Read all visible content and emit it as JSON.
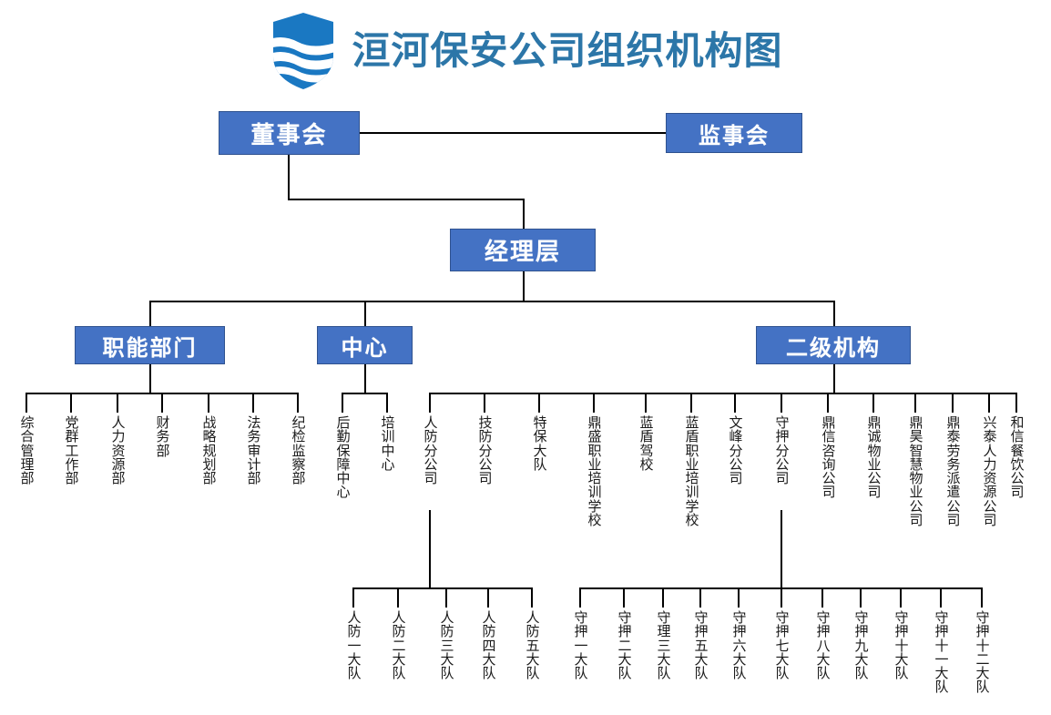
{
  "header": {
    "title": "洹河保安公司组织机构图",
    "logo_name": "shield-river-logo",
    "title_color": "#2c76a8",
    "logo_color": "#1a78c2"
  },
  "theme": {
    "box_fill": "#4472c4",
    "box_border": "#2f528f",
    "box_text": "#ffffff",
    "line_color": "#000000",
    "leaf_text": "#1a1a1a"
  },
  "nodes": {
    "board": "董事会",
    "supervisors": "监事会",
    "management": "经理层",
    "functional": "职能部门",
    "center": "中心",
    "secondary": "二级机构"
  },
  "functional_departments": [
    "综合管理部",
    "党群工作部",
    "人力资源部",
    "财务部",
    "战略规划部",
    "法务审计部",
    "纪检监察部"
  ],
  "centers": [
    "后勤保障中心",
    "培训中心"
  ],
  "secondary_institutions": [
    "人防分公司",
    "技防分公司",
    "特保大队",
    "鼎盛职业培训学校",
    "蓝盾驾校",
    "蓝盾职业培训学校",
    "文峰分公司",
    "守押分公司",
    "鼎信咨询公司",
    "鼎诚物业公司",
    "鼎昊智慧物业公司",
    "鼎泰劳务派遣公司",
    "兴泰人力资源公司",
    "和信餐饮公司"
  ],
  "renfang_brigades": [
    "人防一大队",
    "人防二大队",
    "人防三大队",
    "人防四大队",
    "人防五大队"
  ],
  "shouya_brigades": [
    "守押一大队",
    "守押二大队",
    "守理三大队",
    "守押五大队",
    "守押六大队",
    "守押七大队",
    "守押八大队",
    "守押九大队",
    "守押十大队",
    "守押十一大队",
    "守押十二大队"
  ]
}
